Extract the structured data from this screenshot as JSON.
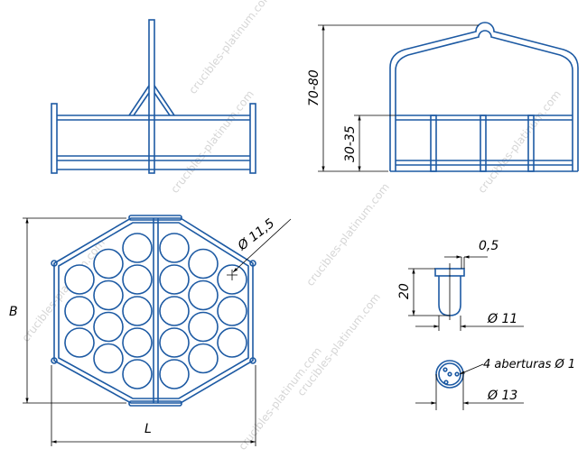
{
  "watermark": "crucibles-platinum.com",
  "labels": {
    "height_total": "70-80",
    "height_rail": "30-35",
    "hole_diameter": "Ø 11,5",
    "width_b": "B",
    "length_l": "L",
    "wall": "0,5",
    "cup_height": "20",
    "cup_diameter": "Ø 11",
    "openings": "4 aberturas Ø 1",
    "bottom_diameter": "Ø 13"
  },
  "colors": {
    "drawing": "#1d5aa3",
    "dimension": "#000000",
    "watermark": "#d6d6d6"
  }
}
